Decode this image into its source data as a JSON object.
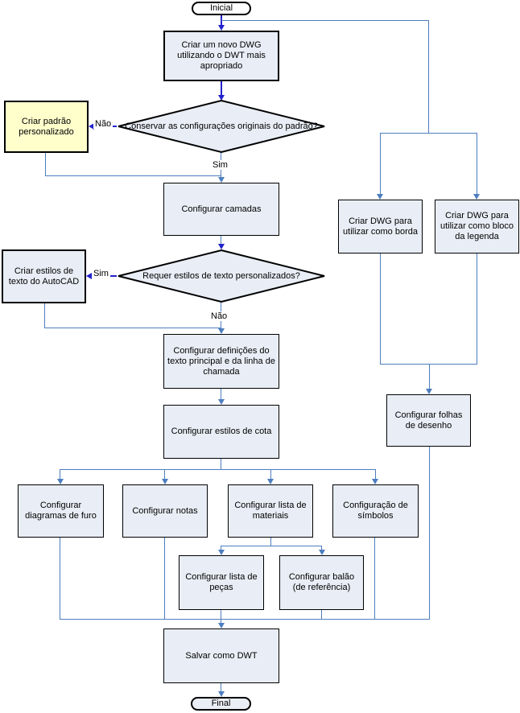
{
  "flowchart": {
    "nodes": {
      "inicial": {
        "label": "Inicial"
      },
      "novo_dwg": {
        "label": "Criar um novo DWG utilizando o DWT mais apropriado"
      },
      "padrao_personalizado": {
        "label": "Criar padrão personalizado"
      },
      "conservar_config": {
        "label": "Conservar as configurações originais do padrão?"
      },
      "camadas": {
        "label": "Configurar camadas"
      },
      "estilos_autocad": {
        "label": "Criar estilos de texto do AutoCAD"
      },
      "requer_estilos": {
        "label": "Requer estilos de texto personalizados?"
      },
      "definicoes_texto": {
        "label": "Configurar definições do texto principal e da linha de chamada"
      },
      "estilos_cota": {
        "label": "Configurar estilos de cota"
      },
      "diagramas_furo": {
        "label": "Configurar diagramas de furo"
      },
      "notas": {
        "label": "Configurar notas"
      },
      "lista_materiais": {
        "label": "Configurar lista de materiais"
      },
      "simbolos": {
        "label": "Configuração de símbolos"
      },
      "lista_pecas": {
        "label": "Configurar lista de peças"
      },
      "balao": {
        "label": "Configurar balão (de referência)"
      },
      "salvar_dwt": {
        "label": "Salvar como DWT"
      },
      "final": {
        "label": "Final"
      },
      "dwg_borda": {
        "label": "Criar DWG para utilizar como borda"
      },
      "dwg_legenda": {
        "label": "Criar DWG para utilizar como bloco da legenda"
      },
      "folhas_desenho": {
        "label": "Configurar folhas de desenho"
      }
    },
    "edge_labels": {
      "nao1": "Não",
      "sim1": "Sim",
      "sim2": "Sim",
      "nao2": "Não"
    },
    "colors": {
      "line": "#4D7EBF",
      "accent": "#2222CC",
      "node_fill": "#E9EEF6",
      "highlight_fill": "#FFFFCC",
      "node_border": "#000000"
    }
  }
}
